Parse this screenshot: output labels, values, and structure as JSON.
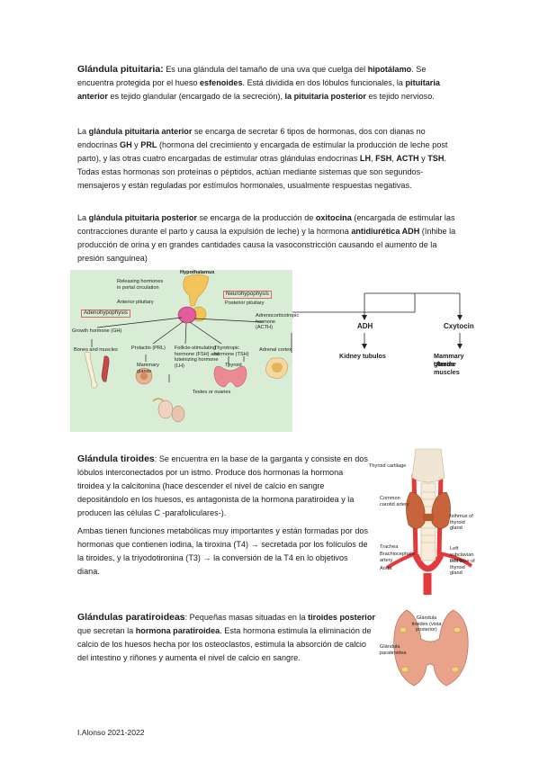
{
  "pituitaria": {
    "p1": {
      "title": "Glándula pituitaria:",
      "t1": " Es una glándula del tamaño de una uva que cuelga del ",
      "b1": "hipotálamo",
      "t2": ". Se encuentra protegida por el hueso ",
      "b2": "esfenoides",
      "t3": ". Está dividida en dos lóbulos funcionales, la ",
      "b3": "pituitaria anterior",
      "t4": " es tejido glandular (encargado de la secreción), ",
      "b4": "la pituitaria posterior",
      "t5": " es tejido nervioso."
    },
    "p2": {
      "t1": "La ",
      "b1": "glándula pituitaria anterior",
      "t2": " se encarga de secretar 6 tipos de hormonas, dos con dianas no endocrinas ",
      "b2": "GH",
      "t3": " y ",
      "b3": "PRL",
      "t4": " (hormona del crecimiento y encargada de estimular la producción de leche post parto), y las otras cuatro encargadas de estimular otras glándulas endocrinas ",
      "b4": "LH",
      "t5": ", ",
      "b5": "FSH",
      "t6": ", ",
      "b6": "ACTH",
      "t7": " y ",
      "b7": "TSH",
      "t8": ". Todas estas hormonas son proteínas o péptidos, actúan mediante sistemas que son segundos-mensajeros y están reguladas por estímulos hormonales, usualmente respuestas negativas."
    },
    "p3": {
      "t1": "La ",
      "b1": "glándula pituitaria posterior",
      "t2": " se encarga de la producción de ",
      "b2": "oxitocina",
      "t3": " (encargada de estimular las contracciones durante el parto y causa la expulsión de leche) y la hormona ",
      "b3": "antidiurética ADH",
      "t4": " (Inhibe la producción de orina y en grandes cantidades causa la vasoconstricción causando el aumento de la presión sanguínea)"
    }
  },
  "figure_pituitary": {
    "hypothalamus": "Hypothalamus",
    "releasing": "Releasing hormones in portal circulation",
    "anterior": "Anterior pituitary",
    "adeno": "Adenohypophysis",
    "neuro": "Neurohypophysis",
    "posterior": "Posterior pituitary",
    "gh": "Growth hormone (GH)",
    "bones": "Bones and muscles",
    "prl": "Prolactin (PRL)",
    "mammary": "Mammary glands",
    "fsh": "Follicle-stimulating hormone (FSH) and luteinizing hormone (LH)",
    "testes": "Testes or ovaries",
    "tsh": "Thyrotropic hormone (TSH)",
    "thyroid": "Thyroid",
    "acth": "Adrenocorticotropic hormone (ACTH)",
    "adrenal": "Adrenal cortex"
  },
  "figure_posterior": {
    "adh": "ADH",
    "kidney": "Kidney tubulos",
    "oxy": "Cxytocin",
    "mammary": "Mammary glands",
    "uterine": "Uterine muscles"
  },
  "tiroides": {
    "p1": {
      "title": "Glándula tiroides",
      "t1": ": Se encuentra en la base de la garganta y consiste en dos lóbulos interconectados por un istmo. Produce dos hormonas la hormona tiroidea y la calcitonina (hace descender el nivel de calcio en sangre depositándolo en los huesos, es antagonista de la hormona paratiroidea y la producen las células C -parafoliculares-)."
    },
    "p2": "Ambas tienen funciones metabólicas muy importantes y están formadas por dos hormonas que contienen iodina, la tiroxina (T4) → secretada por los folículos de la tiroides, y la triyodotironina (T3) → la conversión de la T4 en lo objetivos diana."
  },
  "figure_thyroid": {
    "cartilage": "Thyroid cartilage",
    "carotid": "Common carotid artery",
    "isthmus": "Isthmus of thyroid gland",
    "trachea": "Trachea",
    "brachio": "Brachiocephalic artery",
    "aorta": "Aorta",
    "subclavian": "Left subclavian artery",
    "leftlobe": "Left lobe of thyroid gland"
  },
  "paratiroides": {
    "title": "Glándulas paratiroideas",
    "t1": ": Pequeñas masas situadas en la ",
    "b1": "tiroides posterior",
    "t2": " que secretan la ",
    "b2": "hormona paratiroidea",
    "t3": ". Esta hormona estimula la eliminación de calcio de los huesos hecha por los osteoclastos, estimula la absorción de calcio del intestino y riñones y aumenta el nivel de calcio en sangre."
  },
  "figure_parathyroid": {
    "tiroides_label": "Glándula tiroides (vista posterior)",
    "para_label": "Glándula paratiroidea"
  },
  "footer": "I.Alonso 2021-2022"
}
